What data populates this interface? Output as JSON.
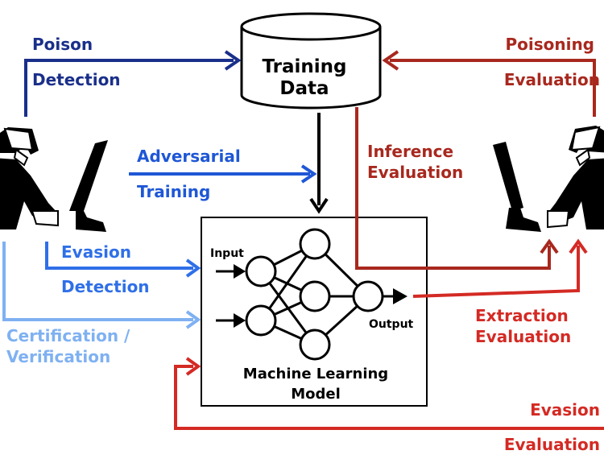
{
  "training_data": {
    "line1": "Training",
    "line2": "Data"
  },
  "model": {
    "input_label": "Input",
    "output_label": "Output",
    "title_line1": "Machine Learning",
    "title_line2": "Model"
  },
  "defender_labels": {
    "poison_line1": "Poison",
    "poison_line2": "Detection",
    "adversarial_line1": "Adversarial",
    "adversarial_line2": "Training",
    "evasion_line1": "Evasion",
    "evasion_line2": "Detection",
    "certification_line1": "Certification /",
    "certification_line2": "Verification"
  },
  "attacker_labels": {
    "poisoning_line1": "Poisoning",
    "poisoning_line2": "Evaluation",
    "inference_line1": "Inference",
    "inference_line2": "Evaluation",
    "extraction_line1": "Extraction",
    "extraction_line2": "Evaluation",
    "evasion_line1": "Evasion",
    "evasion_line2": "Evaluation"
  },
  "colors": {
    "dark_blue": "#1a2f8a",
    "blue": "#1e57d6",
    "mid_blue": "#2f6fe8",
    "light_blue": "#7fb1f2",
    "dark_red": "#a8281e",
    "red": "#d42a24",
    "black": "#000000"
  }
}
